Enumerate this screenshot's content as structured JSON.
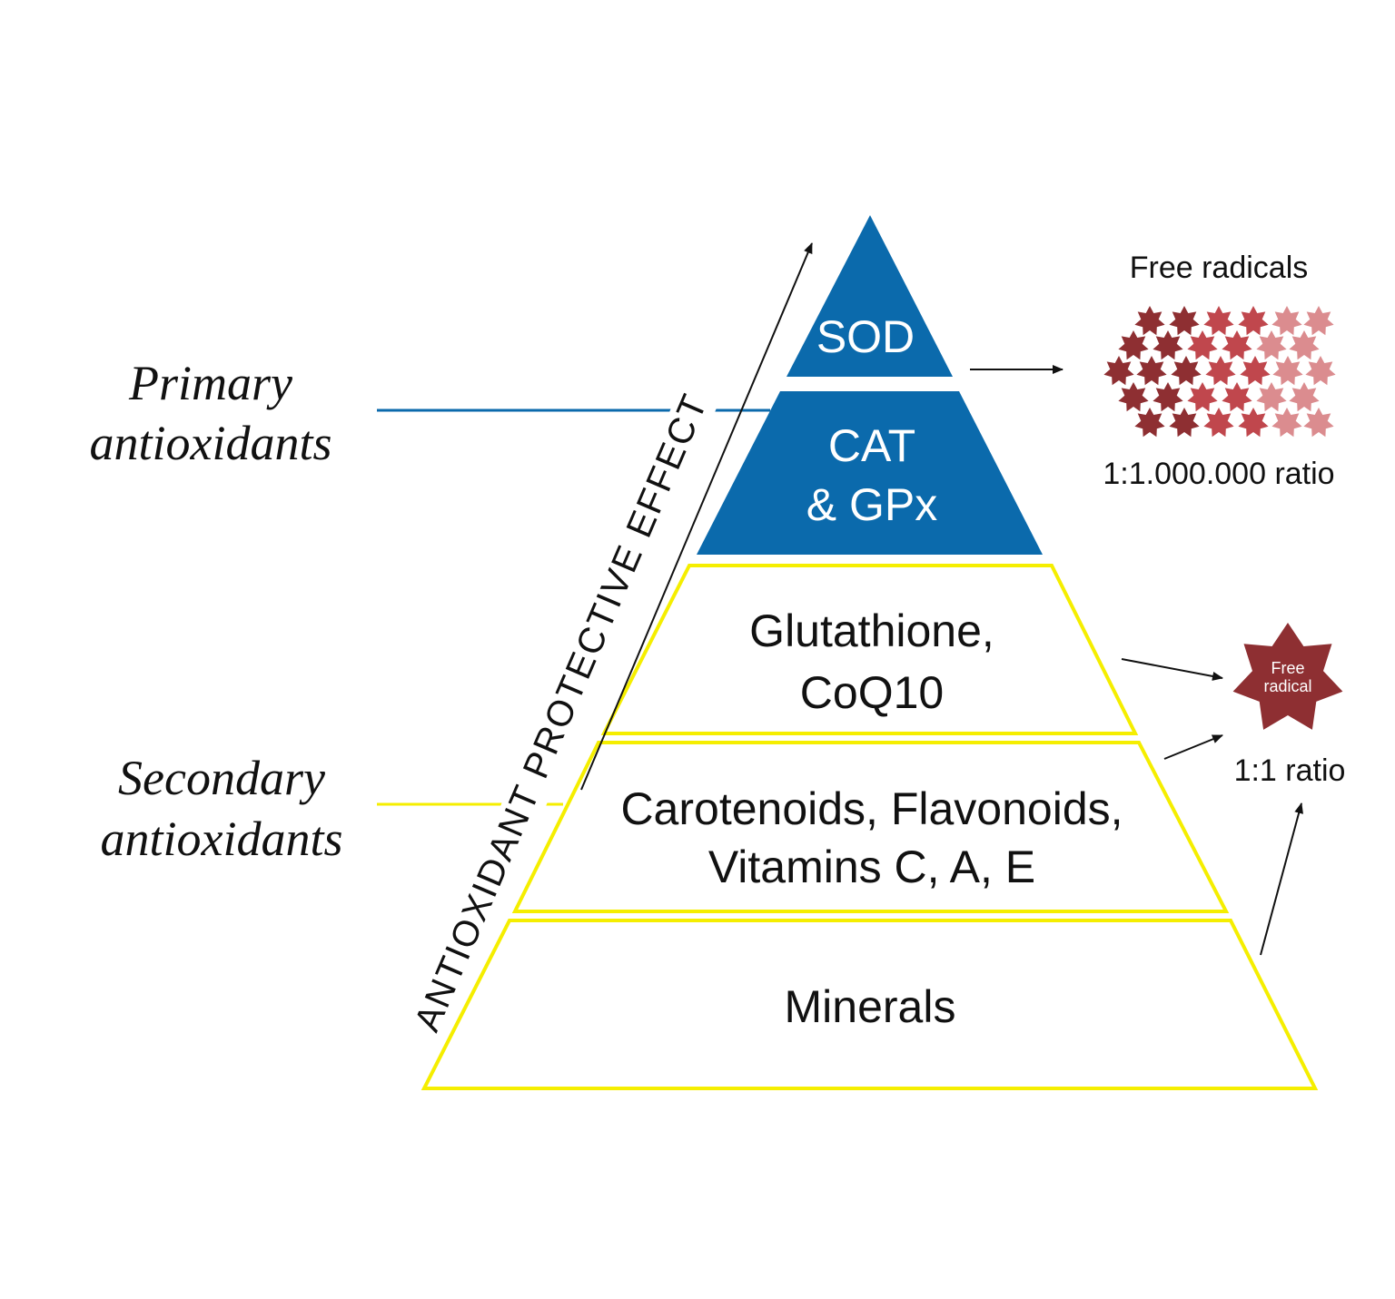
{
  "colors": {
    "primary_blue": "#0b6aac",
    "secondary_yellow": "#f5ee00",
    "radical_dark": "#8e2f32",
    "radical_mid": "#c0474d",
    "radical_light": "#db8c8f",
    "text": "#111111"
  },
  "groups": {
    "primary": {
      "line1": "Primary",
      "line2": "antioxidants"
    },
    "secondary": {
      "line1": "Secondary",
      "line2": "antioxidants"
    }
  },
  "axis_label": "ANTIOXIDANT PROTECTIVE EFFECT",
  "tiers": {
    "sod": {
      "label": "SOD"
    },
    "cat": {
      "line1": "CAT",
      "line2": "& GPx"
    },
    "glutathione": {
      "line1": "Glutathione,",
      "line2": "CoQ10"
    },
    "carotenoids": {
      "line1": "Carotenoids, Flavonoids,",
      "line2": "Vitamins C, A, E"
    },
    "minerals": {
      "label": "Minerals"
    }
  },
  "free_radicals_cluster": {
    "title": "Free radicals",
    "ratio": "1:1.000.000 ratio",
    "icon": "star-cluster"
  },
  "free_radical_single": {
    "line1": "Free",
    "line2": "radical",
    "ratio": "1:1 ratio",
    "icon": "star"
  }
}
